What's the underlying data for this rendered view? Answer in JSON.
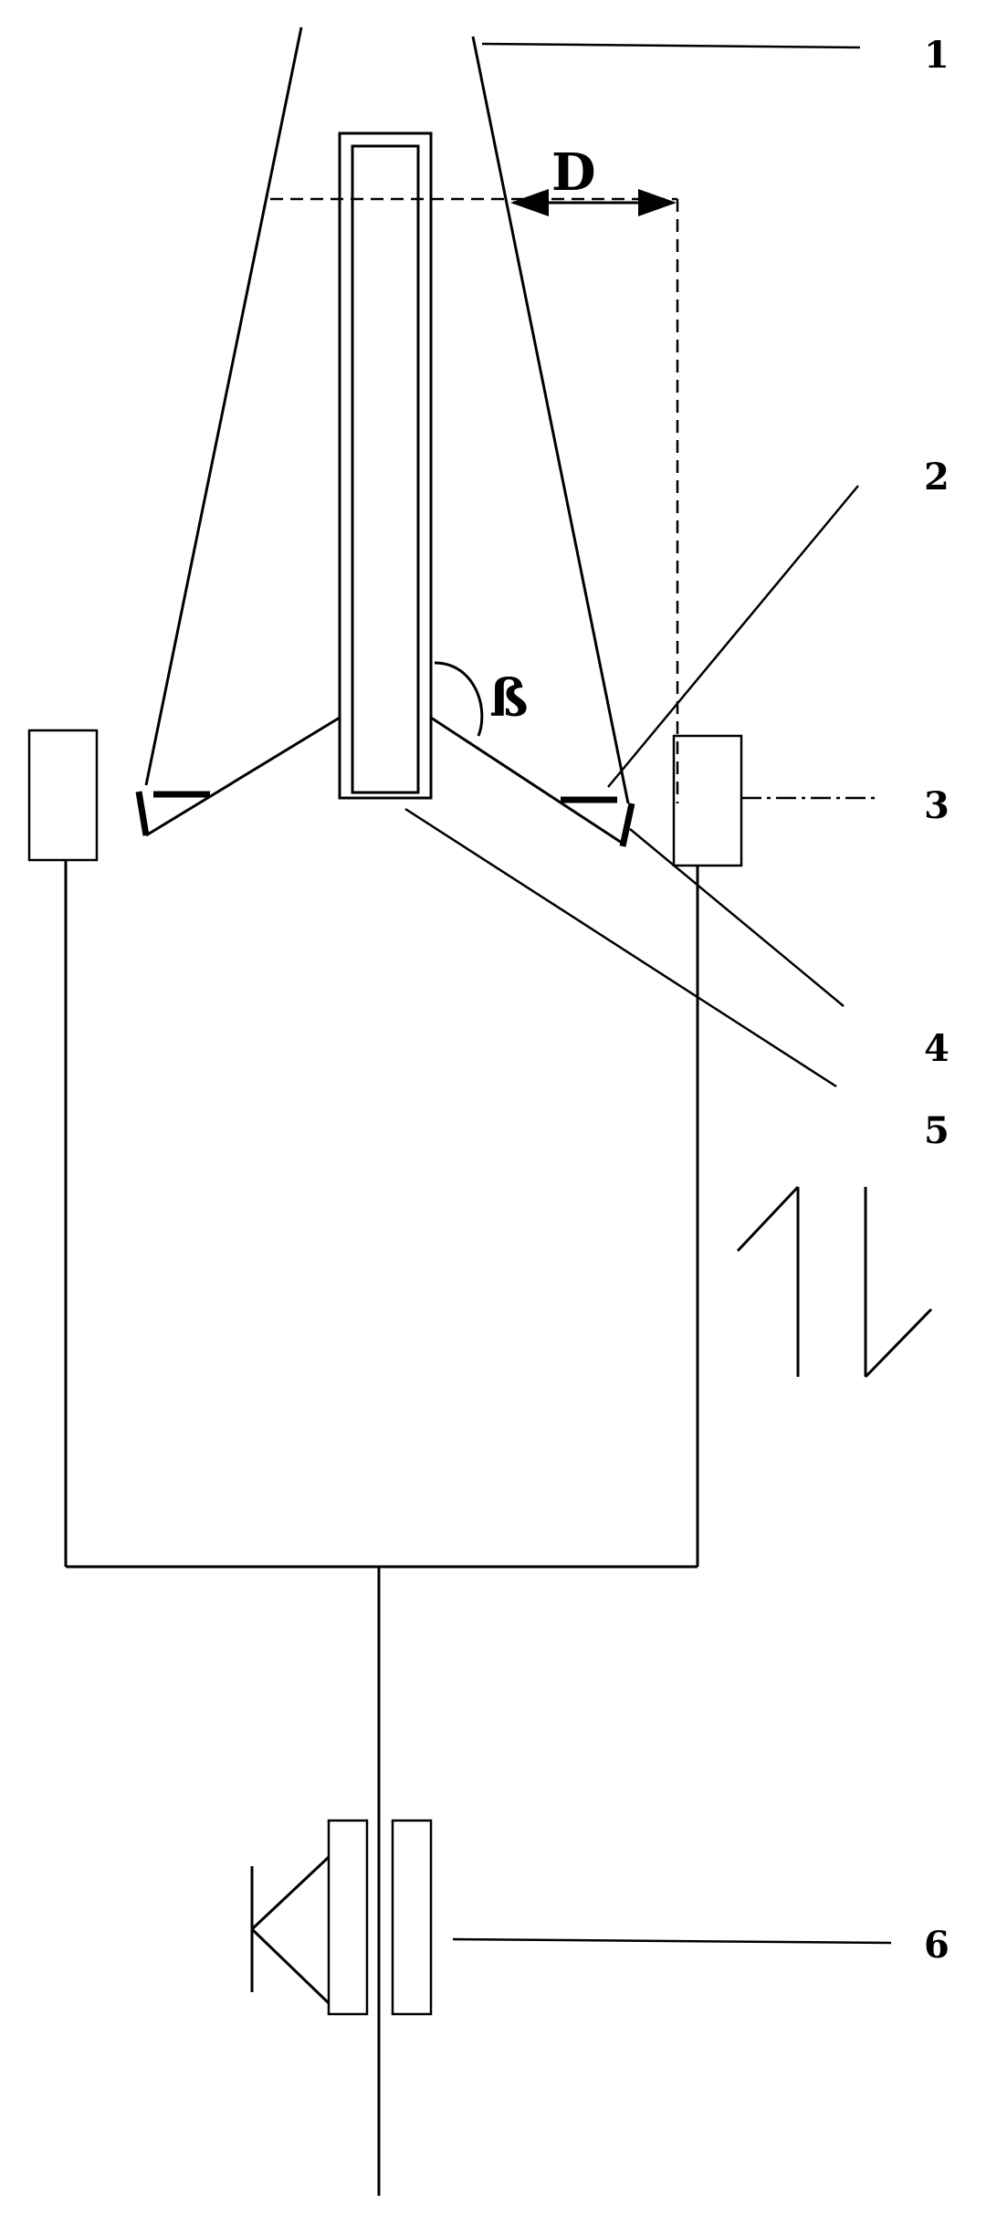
{
  "labels": {
    "l1": "1",
    "l2": "2",
    "l3": "3",
    "l4": "4",
    "l5": "5",
    "l6": "6"
  },
  "symbols": {
    "dimension": "D",
    "angle": "ß"
  }
}
